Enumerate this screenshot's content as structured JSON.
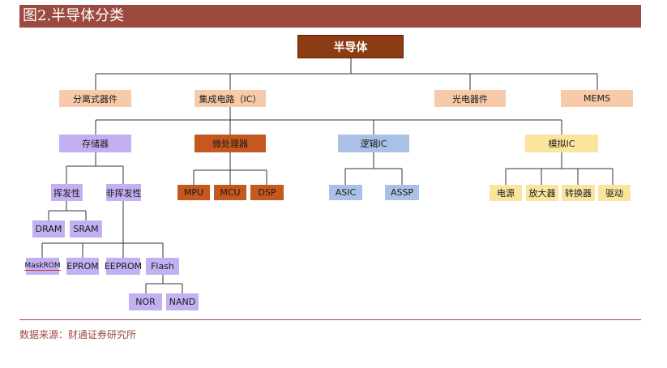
{
  "title": "图2.半导体分类",
  "footer": "数据来源：财通证券研究所",
  "nodes": {
    "root": "半导体",
    "discrete": "分离式器件",
    "ic": "集成电路（IC）",
    "opto": "光电器件",
    "mems": "MEMS",
    "storage": "存储器",
    "micro": "微处理器",
    "logic": "逻辑IC",
    "analog": "模拟IC",
    "volatile": "挥发性",
    "nonvolatile": "非挥发性",
    "dram": "DRAM",
    "sram": "SRAM",
    "maskrom": "MaskROM",
    "eprom": "EPROM",
    "eeprom": "EEPROM",
    "flash": "Flash",
    "nor": "NOR",
    "nand": "NAND",
    "mpu": "MPU",
    "mcu": "MCU",
    "dsp": "DSP",
    "asic": "ASIC",
    "assp": "ASSP",
    "power": "电源",
    "amp": "放大器",
    "converter": "转换器",
    "driver": "驱动"
  }
}
